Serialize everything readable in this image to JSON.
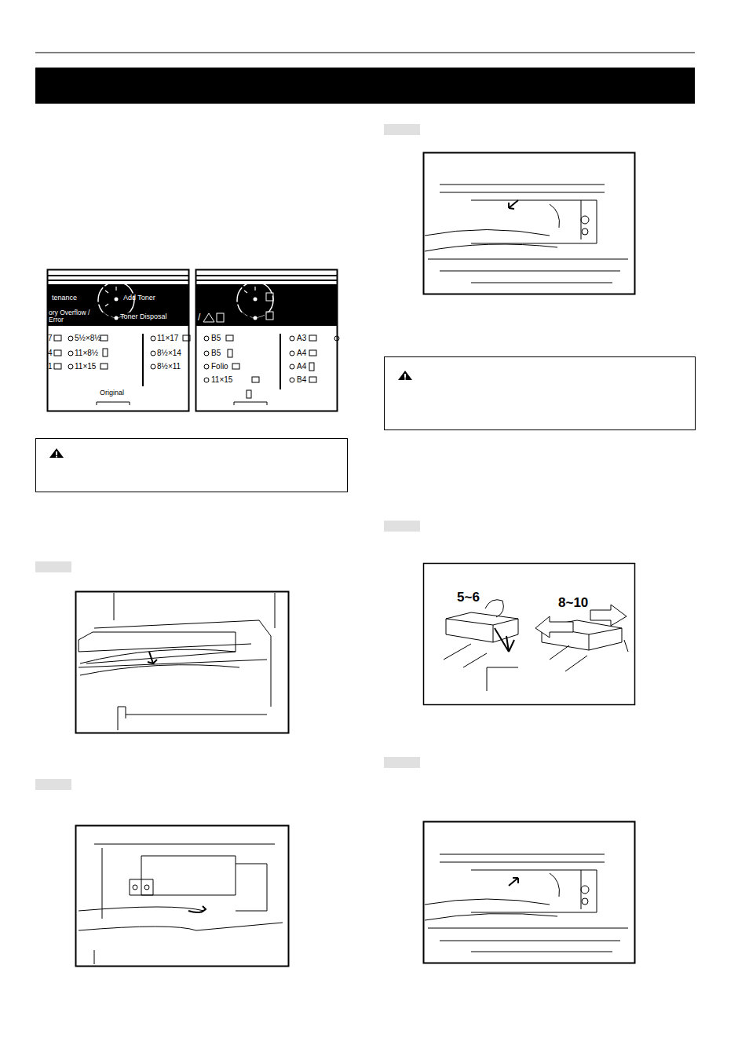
{
  "diagram": {
    "labels": [
      "tenance",
      "Add Toner",
      "ory Overflow / Error",
      "Toner Disposal",
      "7",
      "5½×8½",
      "4",
      "11×8½",
      "1",
      "11×15",
      "11×17",
      "8½×14",
      "8½×11",
      "Original",
      "/",
      "B5",
      "B5",
      "Folio",
      "11×15",
      "A3",
      "A4",
      "A4",
      "B4",
      "5~6",
      "8~10"
    ]
  }
}
